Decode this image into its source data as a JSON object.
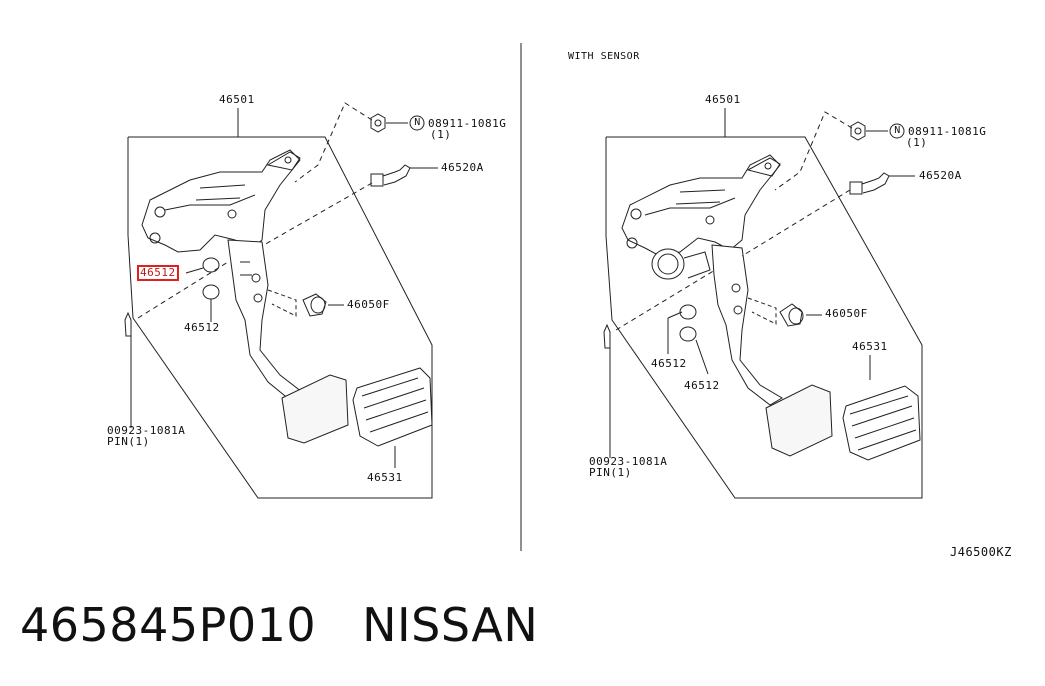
{
  "right_panel": {
    "header": "WITH SENSOR"
  },
  "callouts_left": {
    "p46501": "46501",
    "p08911": "08911-1081G",
    "p08911_qty": "(1)",
    "p46520A": "46520A",
    "p46512_hl": "46512",
    "p46512": "46512",
    "p46050F": "46050F",
    "p00923": "00923-1081A",
    "p00923_pin": "PIN(1)",
    "p46531": "46531"
  },
  "callouts_right": {
    "p46501": "46501",
    "p08911": "08911-1081G",
    "p08911_qty": "(1)",
    "p46520A": "46520A",
    "p46050F": "46050F",
    "p46531": "46531",
    "p46512_a": "46512",
    "p46512_b": "46512",
    "p00923": "00923-1081A",
    "p00923_pin": "PIN(1)"
  },
  "nut_symbol": "N",
  "diagram_code": "J46500KZ",
  "footer": {
    "part_number": "465845P010",
    "brand": "NISSAN"
  },
  "colors": {
    "line": "#222222",
    "highlight": "#e02020",
    "pad_fill": "#f7f7f7"
  }
}
